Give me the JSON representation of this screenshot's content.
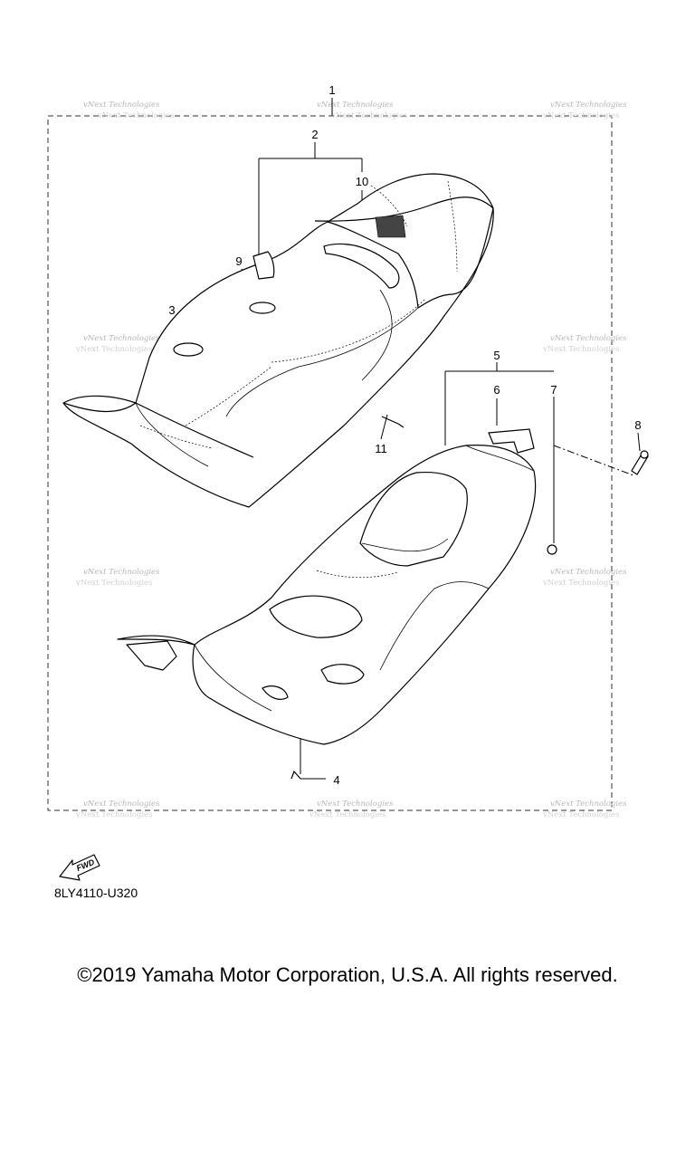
{
  "diagram": {
    "callouts": [
      "1",
      "2",
      "3",
      "4",
      "5",
      "6",
      "7",
      "8",
      "9",
      "10",
      "11"
    ],
    "watermark": "vNext Technologies",
    "fwd_label": "FWD",
    "code": "8LY4110-U320"
  },
  "footer": {
    "copyright": "©2019 Yamaha Motor Corporation, U.S.A. All rights reserved."
  }
}
